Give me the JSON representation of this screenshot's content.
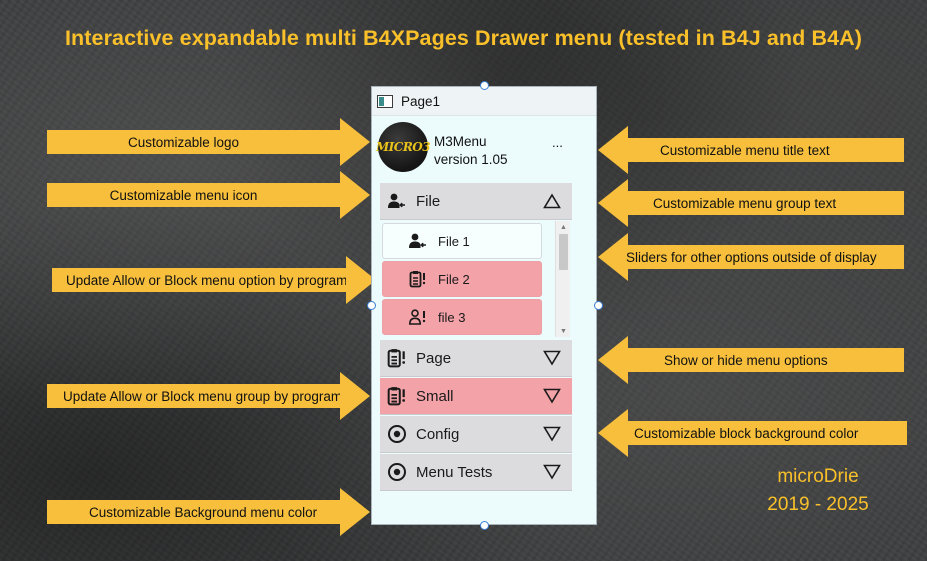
{
  "title": "Interactive expandable multi B4XPages Drawer menu (tested in B4J and B4A)",
  "window": {
    "title": "Page1",
    "header": {
      "logo_text": "MICRO3",
      "menu_name": "M3Menu",
      "version": "version 1.05",
      "more": "..."
    },
    "groups": [
      {
        "label": "File",
        "icon": "person-arrow-icon",
        "expanded": true,
        "blocked": false
      },
      {
        "label": "Page",
        "icon": "clipboard-alert-icon",
        "expanded": false,
        "blocked": false
      },
      {
        "label": "Small",
        "icon": "clipboard-alert-icon",
        "expanded": false,
        "blocked": true
      },
      {
        "label": "Config",
        "icon": "radio-icon",
        "expanded": false,
        "blocked": false
      },
      {
        "label": "Menu Tests",
        "icon": "radio-icon",
        "expanded": false,
        "blocked": false
      }
    ],
    "file_items": [
      {
        "label": "File 1",
        "icon": "person-arrow-icon",
        "blocked": false
      },
      {
        "label": "File 2",
        "icon": "clipboard-alert-icon",
        "blocked": true
      },
      {
        "label": "file 3",
        "icon": "person-outline-alert-icon",
        "blocked": true
      }
    ]
  },
  "callouts_left": [
    "Customizable logo",
    "Customizable menu icon",
    "Update Allow or Block menu option by program",
    "Update Allow or Block menu group by program",
    "Customizable Background menu color"
  ],
  "callouts_right": [
    "Customizable menu title  text",
    "Customizable menu group  text",
    "Sliders for other options outside of display",
    "Show or hide menu options",
    "Customizable block background color"
  ],
  "credit": {
    "name": "microDrie",
    "years": "2019 - 2025"
  },
  "colors": {
    "accent": "#f9c02a",
    "callout": "#f7bf3c",
    "blocked": "#f3a2a7",
    "group": "#dcdcdf",
    "menu_background": "#ecfbfc"
  }
}
